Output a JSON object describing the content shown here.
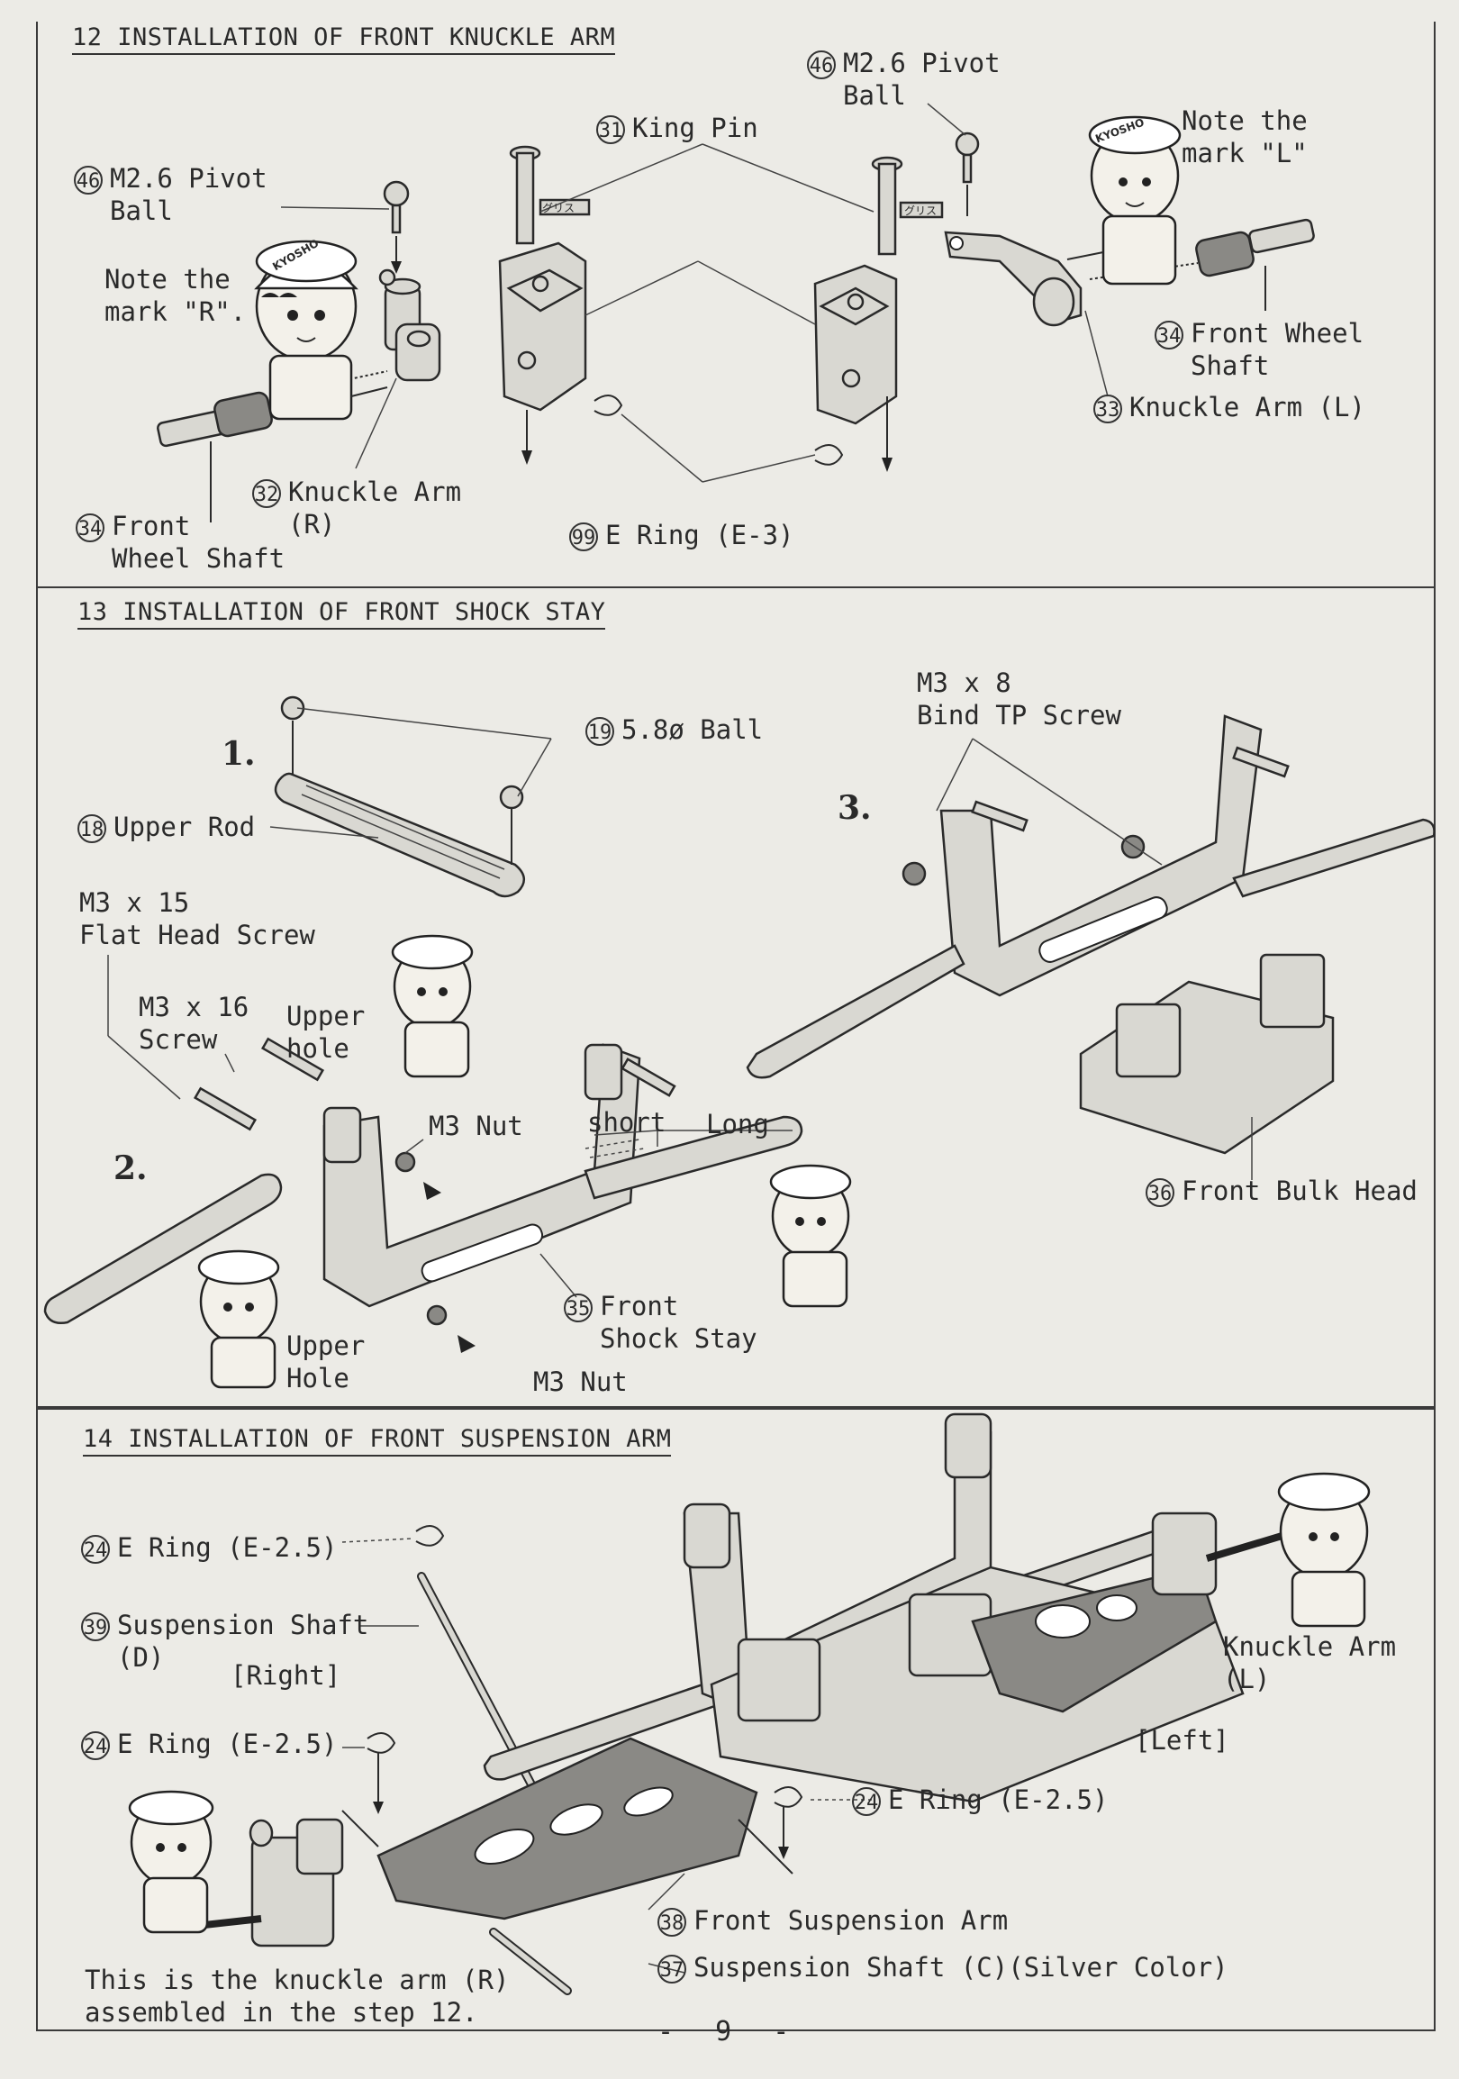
{
  "page_number": "- 9 -",
  "sections": [
    {
      "title": "12 INSTALLATION OF FRONT KNUCKLE ARM",
      "labels": {
        "pivot_ball_left_num": "46",
        "pivot_ball_left": "M2.6 Pivot\nBall",
        "pivot_ball_right_num": "46",
        "pivot_ball_right": "M2.6 Pivot\nBall",
        "king_pin_num": "31",
        "king_pin": "King Pin",
        "note_r": "Note the\nmark \"R\".",
        "note_l": "Note the\nmark \"L\"",
        "front_wheel_shaft_right_num": "34",
        "front_wheel_shaft_right": "Front Wheel\nShaft",
        "knuckle_arm_l_num": "33",
        "knuckle_arm_l": "Knuckle Arm (L)",
        "knuckle_arm_r_num": "32",
        "knuckle_arm_r": "Knuckle Arm\n(R)",
        "front_wheel_shaft_left_num": "34",
        "front_wheel_shaft_left": "Front\nWheel Shaft",
        "e_ring_num": "99",
        "e_ring": "E Ring (E-3)",
        "grease_tag": "グリス",
        "kid_cap": "KYOSHO"
      }
    },
    {
      "title": "13 INSTALLATION OF FRONT SHOCK STAY",
      "steps": [
        "1.",
        "2.",
        "3."
      ],
      "labels": {
        "ball_num": "19",
        "ball": "5.8ø Ball",
        "upper_rod_num": "18",
        "upper_rod": "Upper Rod",
        "flat_head_screw": "M3 x 15\nFlat Head Screw",
        "screw16": "M3 x 16\nScrew",
        "upper_hole_top": "Upper\nhole",
        "m3_nut_top": "M3 Nut",
        "short": "short",
        "long": "Long",
        "upper_hole_bottom": "Upper\nHole",
        "front_shock_stay_num": "35",
        "front_shock_stay": "Front\nShock Stay",
        "m3_nut_bottom": "M3 Nut",
        "bind_screw": "M3 x 8\nBind TP Screw",
        "front_bulk_head_num": "36",
        "front_bulk_head": "Front Bulk Head"
      }
    },
    {
      "title": "14 INSTALLATION OF FRONT SUSPENSION ARM",
      "labels": {
        "e_ring_top_num": "24",
        "e_ring_top": "E Ring (E-2.5)",
        "suspension_shaft_d_num": "39",
        "suspension_shaft_d": "Suspension Shaft\n(D)",
        "right": "[Right]",
        "knuckle_arm_l": "Knuckle Arm\n(L)",
        "left": "[Left]",
        "e_ring_mid_num": "24",
        "e_ring_mid": "E Ring (E-2.5)",
        "e_ring_right_num": "24",
        "e_ring_right": "E Ring (E-2.5)",
        "front_suspension_arm_num": "38",
        "front_suspension_arm": "Front Suspension Arm",
        "suspension_shaft_c_num": "37",
        "suspension_shaft_c": "Suspension Shaft (C)(Silver Color)",
        "note": "This is the knuckle arm (R)\nassembled in the step 12."
      }
    }
  ]
}
